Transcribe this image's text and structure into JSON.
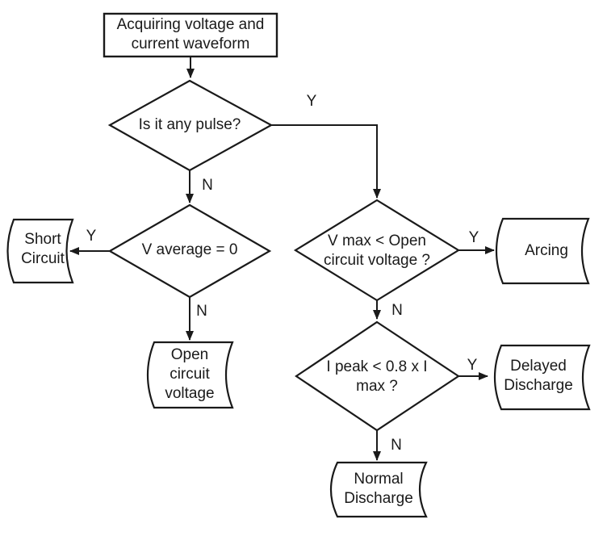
{
  "figure": {
    "background": "#ffffff",
    "stroke_color": "#1a1a1a",
    "shape_fill": "#ffffff"
  },
  "nodes": {
    "start": {
      "shape": "process-rectangle",
      "label": "Acquiring voltage and\ncurrent waveform"
    },
    "is_pulse": {
      "shape": "decision-diamond",
      "label": "Is it any pulse?"
    },
    "v_average": {
      "shape": "decision-diamond",
      "label": "V average = 0"
    },
    "v_max": {
      "shape": "decision-diamond",
      "label": "V max < Open\ncircuit voltage ?"
    },
    "i_peak": {
      "shape": "decision-diamond",
      "label": "I peak < 0.8 x I\nmax ?"
    },
    "short_circuit": {
      "shape": "stored-data",
      "label": "Short\nCircuit"
    },
    "open_circuit_voltage": {
      "shape": "stored-data",
      "label": "Open\ncircuit\nvoltage"
    },
    "arcing": {
      "shape": "stored-data",
      "label": "Arcing"
    },
    "delayed_discharge": {
      "shape": "stored-data",
      "label": "Delayed\nDischarge"
    },
    "normal_discharge": {
      "shape": "stored-data",
      "label": "Normal\nDischarge"
    }
  },
  "branch_labels": {
    "is_pulse_yes": "Y",
    "is_pulse_no": "N",
    "v_average_yes": "Y",
    "v_average_no": "N",
    "v_max_yes": "Y",
    "v_max_no": "N",
    "i_peak_yes": "Y",
    "i_peak_no": "N"
  }
}
